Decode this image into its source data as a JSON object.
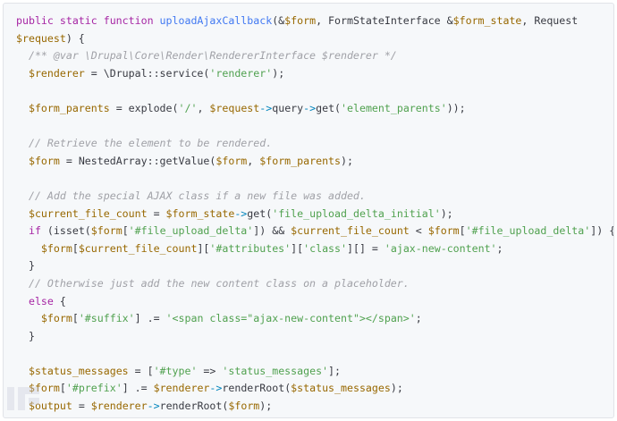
{
  "code_block": {
    "lines": [
      [
        [
          "kw",
          "public static function "
        ],
        [
          "fn",
          "uploadAjaxCallback"
        ],
        [
          "pl",
          "(&"
        ],
        [
          "var",
          "$form"
        ],
        [
          "pl",
          ", FormStateInterface &"
        ],
        [
          "var",
          "$form_state"
        ],
        [
          "pl",
          ", Request"
        ]
      ],
      [
        [
          "var",
          "$request"
        ],
        [
          "pl",
          ") {"
        ]
      ],
      [
        [
          "cm",
          "  /** @var \\Drupal\\Core\\Render\\RendererInterface $renderer */"
        ]
      ],
      [
        [
          "pl",
          "  "
        ],
        [
          "var",
          "$renderer"
        ],
        [
          "pl",
          " = \\Drupal::service("
        ],
        [
          "str",
          "'renderer'"
        ],
        [
          "pl",
          ");"
        ]
      ],
      [],
      [
        [
          "pl",
          "  "
        ],
        [
          "var",
          "$form_parents"
        ],
        [
          "pl",
          " = explode("
        ],
        [
          "str",
          "'/'"
        ],
        [
          "pl",
          ", "
        ],
        [
          "var",
          "$request"
        ],
        [
          "op",
          "->"
        ],
        [
          "pl",
          "query"
        ],
        [
          "op",
          "->"
        ],
        [
          "pl",
          "get("
        ],
        [
          "str",
          "'element_parents'"
        ],
        [
          "pl",
          "));"
        ]
      ],
      [],
      [
        [
          "cm",
          "  // Retrieve the element to be rendered."
        ]
      ],
      [
        [
          "pl",
          "  "
        ],
        [
          "var",
          "$form"
        ],
        [
          "pl",
          " = NestedArray::getValue("
        ],
        [
          "var",
          "$form"
        ],
        [
          "pl",
          ", "
        ],
        [
          "var",
          "$form_parents"
        ],
        [
          "pl",
          ");"
        ]
      ],
      [],
      [
        [
          "cm",
          "  // Add the special AJAX class if a new file was added."
        ]
      ],
      [
        [
          "pl",
          "  "
        ],
        [
          "var",
          "$current_file_count"
        ],
        [
          "pl",
          " = "
        ],
        [
          "var",
          "$form_state"
        ],
        [
          "op",
          "->"
        ],
        [
          "pl",
          "get("
        ],
        [
          "str",
          "'file_upload_delta_initial'"
        ],
        [
          "pl",
          ");"
        ]
      ],
      [
        [
          "pl",
          "  "
        ],
        [
          "kw",
          "if"
        ],
        [
          "pl",
          " (isset("
        ],
        [
          "var",
          "$form"
        ],
        [
          "pl",
          "["
        ],
        [
          "str",
          "'#file_upload_delta'"
        ],
        [
          "pl",
          "]) && "
        ],
        [
          "var",
          "$current_file_count"
        ],
        [
          "pl",
          " < "
        ],
        [
          "var",
          "$form"
        ],
        [
          "pl",
          "["
        ],
        [
          "str",
          "'#file_upload_delta'"
        ],
        [
          "pl",
          "]) {"
        ]
      ],
      [
        [
          "pl",
          "    "
        ],
        [
          "var",
          "$form"
        ],
        [
          "pl",
          "["
        ],
        [
          "var",
          "$current_file_count"
        ],
        [
          "pl",
          "]["
        ],
        [
          "str",
          "'#attributes'"
        ],
        [
          "pl",
          "]["
        ],
        [
          "str",
          "'class'"
        ],
        [
          "pl",
          "][] = "
        ],
        [
          "str",
          "'ajax-new-content'"
        ],
        [
          "pl",
          ";"
        ]
      ],
      [
        [
          "pl",
          "  }"
        ]
      ],
      [
        [
          "cm",
          "  // Otherwise just add the new content class on a placeholder."
        ]
      ],
      [
        [
          "pl",
          "  "
        ],
        [
          "kw",
          "else"
        ],
        [
          "pl",
          " {"
        ]
      ],
      [
        [
          "pl",
          "    "
        ],
        [
          "var",
          "$form"
        ],
        [
          "pl",
          "["
        ],
        [
          "str",
          "'#suffix'"
        ],
        [
          "pl",
          "] .= "
        ],
        [
          "str",
          "'<span class=\"ajax-new-content\"></span>'"
        ],
        [
          "pl",
          ";"
        ]
      ],
      [
        [
          "pl",
          "  }"
        ]
      ],
      [],
      [
        [
          "pl",
          "  "
        ],
        [
          "var",
          "$status_messages"
        ],
        [
          "pl",
          " = ["
        ],
        [
          "str",
          "'#type'"
        ],
        [
          "pl",
          " => "
        ],
        [
          "str",
          "'status_messages'"
        ],
        [
          "pl",
          "];"
        ]
      ],
      [
        [
          "pl",
          "  "
        ],
        [
          "var",
          "$form"
        ],
        [
          "pl",
          "["
        ],
        [
          "str",
          "'#prefix'"
        ],
        [
          "pl",
          "] .= "
        ],
        [
          "var",
          "$renderer"
        ],
        [
          "op",
          "->"
        ],
        [
          "pl",
          "renderRoot("
        ],
        [
          "var",
          "$status_messages"
        ],
        [
          "pl",
          ");"
        ]
      ],
      [
        [
          "pl",
          "  "
        ],
        [
          "var",
          "$output"
        ],
        [
          "pl",
          " = "
        ],
        [
          "var",
          "$renderer"
        ],
        [
          "op",
          "->"
        ],
        [
          "pl",
          "renderRoot("
        ],
        [
          "var",
          "$form"
        ],
        [
          "pl",
          ");"
        ]
      ]
    ]
  }
}
